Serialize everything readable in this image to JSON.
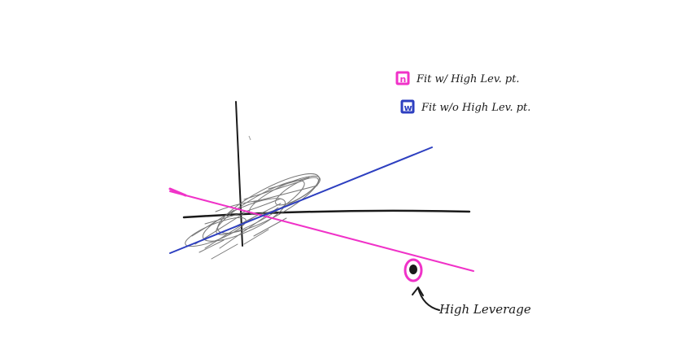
{
  "legend": [
    {
      "marker": "n",
      "label": "Fit w/ High Lev. pt.",
      "color": "#f032c8"
    },
    {
      "marker": "w",
      "label": "Fit w/o High Lev. pt.",
      "color": "#2d3fc0"
    }
  ],
  "annotation": {
    "label": "High Leverage"
  },
  "colors": {
    "axes": "#1a1a1a",
    "scribble": "#6a6a6a",
    "point": "#1a1a1a"
  }
}
